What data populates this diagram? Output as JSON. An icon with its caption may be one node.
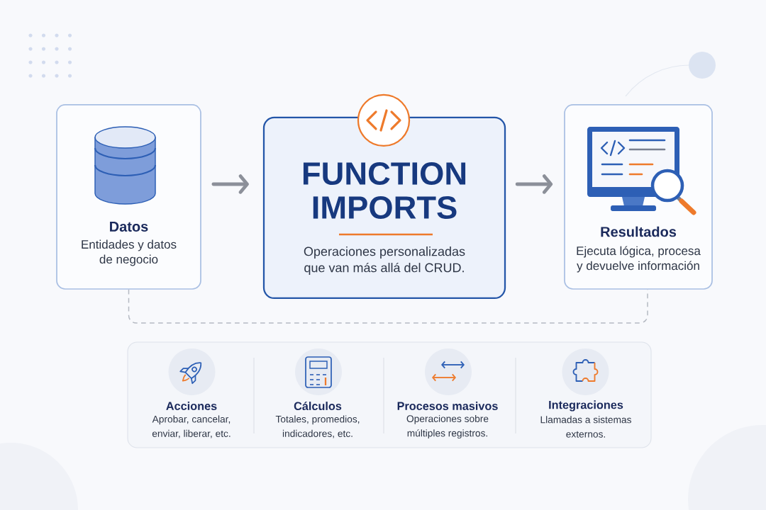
{
  "diagram": {
    "nodes": [
      {
        "text": [
          "Datos",
          "Entidades y datos de negocio"
        ]
      },
      {
        "text": [
          "FUNCTION IMPORTS",
          "Operaciones personalizadas que van más allá del CRUD."
        ]
      },
      {
        "text": [
          "Resultados",
          "Ejecuta lógica, procesa y devuelve información"
        ]
      },
      {
        "text": [],
        "shape": "box"
      },
      {
        "text": [
          "Acciones",
          "Aprobar, cancelar, enviar, liberar, etc."
        ],
        "in": 3
      },
      {
        "text": [
          "Cálculos",
          "Totales, promedios, indicadores, etc."
        ],
        "in": 3
      },
      {
        "text": [
          "Procesos masivos",
          "Operaciones sobre múltiples registros."
        ],
        "in": 3
      },
      {
        "text": [
          "Integraciones",
          "Llamadas a sistemas externos."
        ],
        "in": 3
      }
    ],
    "edges": [
      {
        "from": 0,
        "to": 1,
        "arrow": "to"
      },
      {
        "from": 1,
        "to": 2,
        "arrow": "to"
      },
      {
        "from": 0,
        "to": 2,
        "arrow": "none",
        "style": "dashed",
        "color": "#b4b9c2"
      }
    ]
  }
}
